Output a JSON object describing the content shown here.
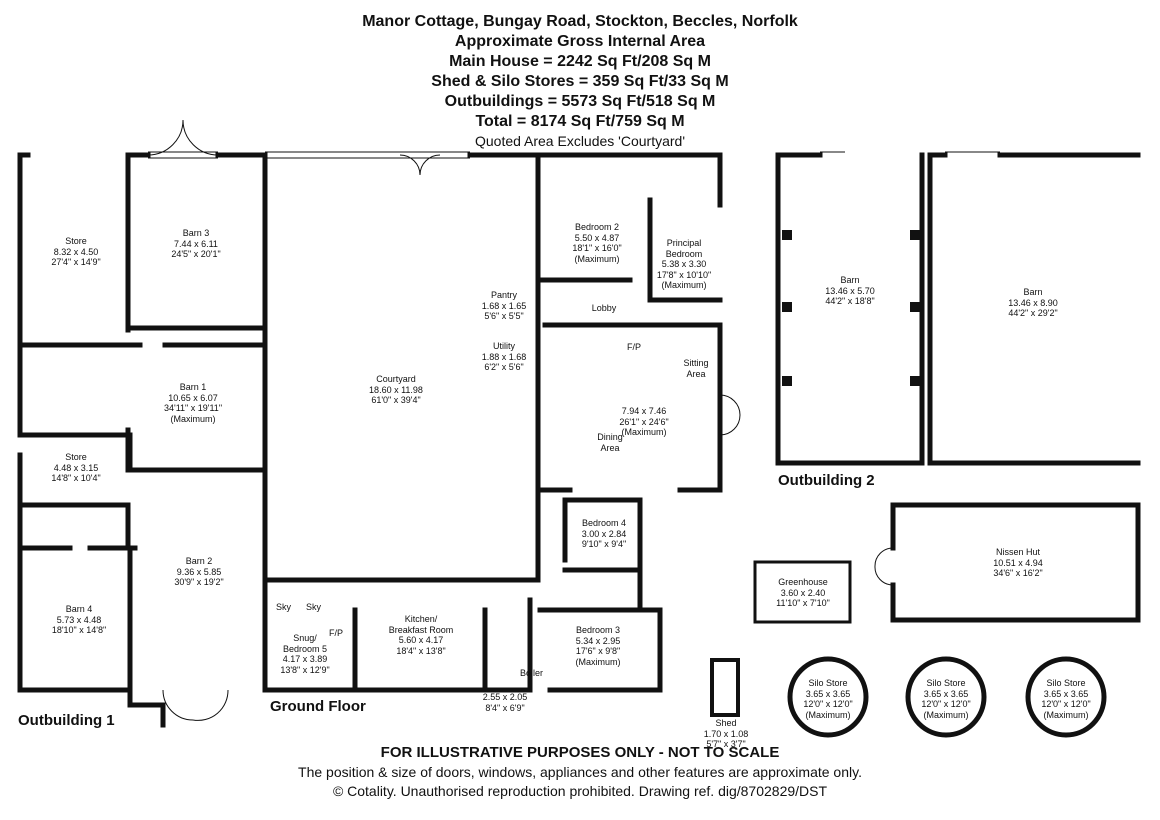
{
  "header": {
    "address": "Manor Cottage, Bungay Road, Stockton, Beccles, Norfolk",
    "gia_heading": "Approximate Gross Internal Area",
    "main_house": "Main House = 2242 Sq Ft/208 Sq M",
    "shed_silo": "Shed & Silo Stores = 359 Sq Ft/33 Sq M",
    "outbuildings": "Outbuildings = 5573 Sq Ft/518 Sq M",
    "total": "Total = 8174 Sq Ft/759 Sq M",
    "note": "Quoted Area Excludes 'Courtyard'"
  },
  "section_labels": {
    "ground_floor": "Ground Floor",
    "outbuilding_1": "Outbuilding 1",
    "outbuilding_2": "Outbuilding 2"
  },
  "rooms": {
    "store1": {
      "name": "Store",
      "metric": "8.32 x 4.50",
      "imperial": "27'4\" x 14'9\""
    },
    "barn3": {
      "name": "Barn 3",
      "metric": "7.44 x 6.11",
      "imperial": "24'5\" x 20'1\""
    },
    "barn1": {
      "name": "Barn 1",
      "metric": "10.65 x 6.07",
      "imperial": "34'11\" x 19'11\"",
      "note": "(Maximum)"
    },
    "store2": {
      "name": "Store",
      "metric": "4.48 x 3.15",
      "imperial": "14'8\" x 10'4\""
    },
    "barn4": {
      "name": "Barn 4",
      "metric": "5.73 x 4.48",
      "imperial": "18'10\" x 14'8\""
    },
    "barn2": {
      "name": "Barn 2",
      "metric": "9.36 x 5.85",
      "imperial": "30'9\" x 19'2\""
    },
    "courtyard": {
      "name": "Courtyard",
      "metric": "18.60 x 11.98",
      "imperial": "61'0\" x 39'4\""
    },
    "bedroom2": {
      "name": "Bedroom 2",
      "metric": "5.50 x 4.87",
      "imperial": "18'1\" x 16'0\"",
      "note": "(Maximum)"
    },
    "principal": {
      "name1": "Principal",
      "name2": "Bedroom",
      "metric": "5.38 x 3.30",
      "imperial": "17'8\" x 10'10\"",
      "note": "(Maximum)"
    },
    "pantry": {
      "name": "Pantry",
      "metric": "1.68 x 1.65",
      "imperial": "5'6\" x 5'5\""
    },
    "lobby": {
      "name": "Lobby"
    },
    "utility": {
      "name": "Utility",
      "metric": "1.88 x 1.68",
      "imperial": "6'2\" x 5'6\""
    },
    "sitting": {
      "name1": "Sitting",
      "name2": "Area",
      "metric": "7.94 x 7.46",
      "imperial": "26'1\" x 24'6\"",
      "note": "(Maximum)"
    },
    "dining": {
      "name1": "Dining",
      "name2": "Area"
    },
    "fp1": "F/P",
    "fp2": "F/P",
    "bedroom4": {
      "name": "Bedroom 4",
      "metric": "3.00 x 2.84",
      "imperial": "9'10\" x 9'4\""
    },
    "bedroom3": {
      "name": "Bedroom 3",
      "metric": "5.34 x 2.95",
      "imperial": "17'6\" x 9'8\"",
      "note": "(Maximum)"
    },
    "kitchen": {
      "name1": "Kitchen/",
      "name2": "Breakfast Room",
      "metric": "5.60 x 4.17",
      "imperial": "18'4\" x 13'8\""
    },
    "snug": {
      "name1": "Snug/",
      "name2": "Bedroom 5",
      "metric": "4.17 x 3.89",
      "imperial": "13'8\" x 12'9\""
    },
    "sky1": "Sky",
    "sky2": "Sky",
    "hall": {
      "metric": "2.55 x 2.05",
      "imperial": "8'4\" x 6'9\""
    },
    "boiler": "Boiler",
    "barn_a": {
      "name": "Barn",
      "metric": "13.46 x 5.70",
      "imperial": "44'2\" x 18'8\""
    },
    "barn_b": {
      "name": "Barn",
      "metric": "13.46 x 8.90",
      "imperial": "44'2\" x 29'2\""
    },
    "nissen": {
      "name": "Nissen Hut",
      "metric": "10.51 x 4.94",
      "imperial": "34'6\" x 16'2\""
    },
    "greenhouse": {
      "name": "Greenhouse",
      "metric": "3.60 x 2.40",
      "imperial": "11'10\" x 7'10\""
    },
    "shed": {
      "name": "Shed",
      "metric": "1.70 x 1.08",
      "imperial": "5'7\" x 3'7\""
    },
    "silo1": {
      "name": "Silo Store",
      "metric": "3.65 x 3.65",
      "imperial": "12'0\" x 12'0\"",
      "note": "(Maximum)"
    },
    "silo2": {
      "name": "Silo Store",
      "metric": "3.65 x 3.65",
      "imperial": "12'0\" x 12'0\"",
      "note": "(Maximum)"
    },
    "silo3": {
      "name": "Silo Store",
      "metric": "3.65 x 3.65",
      "imperial": "12'0\" x 12'0\"",
      "note": "(Maximum)"
    }
  },
  "footer": {
    "illustrative": "FOR ILLUSTRATIVE PURPOSES ONLY - NOT TO SCALE",
    "position": "The position & size of doors, windows, appliances and other features are approximate only.",
    "copyright": "© Cotality. Unauthorised reproduction prohibited. Drawing ref. dig/8702829/DST"
  }
}
